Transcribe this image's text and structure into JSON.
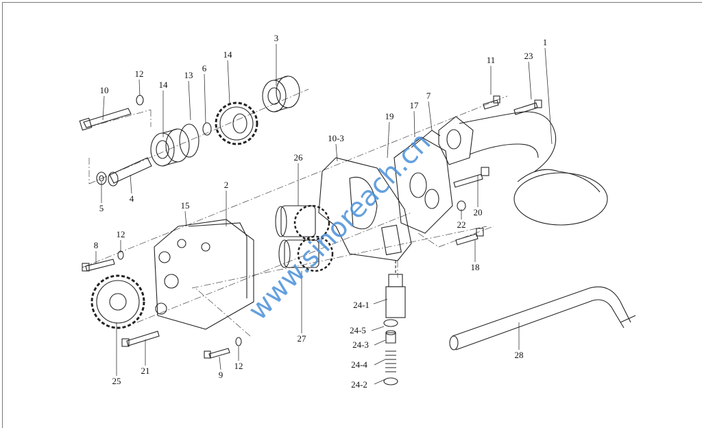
{
  "diagram": {
    "watermark": "www.sinoreach.cn",
    "callouts": [
      {
        "id": "c1",
        "text": "1"
      },
      {
        "id": "c3",
        "text": "3"
      },
      {
        "id": "c6",
        "text": "6"
      },
      {
        "id": "c14a",
        "text": "14"
      },
      {
        "id": "c13",
        "text": "13"
      },
      {
        "id": "c14b",
        "text": "14"
      },
      {
        "id": "c12a",
        "text": "12"
      },
      {
        "id": "c10",
        "text": "10"
      },
      {
        "id": "c11",
        "text": "11"
      },
      {
        "id": "c23",
        "text": "23"
      },
      {
        "id": "c7",
        "text": "7"
      },
      {
        "id": "c17",
        "text": "17"
      },
      {
        "id": "c19",
        "text": "19"
      },
      {
        "id": "c10-3",
        "text": "10-3"
      },
      {
        "id": "c26",
        "text": "26"
      },
      {
        "id": "c2",
        "text": "2"
      },
      {
        "id": "c15",
        "text": "15"
      },
      {
        "id": "c12b",
        "text": "12"
      },
      {
        "id": "c8",
        "text": "8"
      },
      {
        "id": "c5",
        "text": "5"
      },
      {
        "id": "c4",
        "text": "4"
      },
      {
        "id": "c20",
        "text": "20"
      },
      {
        "id": "c22",
        "text": "22"
      },
      {
        "id": "c18",
        "text": "18"
      },
      {
        "id": "c24-1",
        "text": "24-1"
      },
      {
        "id": "c24-5",
        "text": "24-5"
      },
      {
        "id": "c24-3",
        "text": "24-3"
      },
      {
        "id": "c24-4",
        "text": "24-4"
      },
      {
        "id": "c24-2",
        "text": "24-2"
      },
      {
        "id": "c27",
        "text": "27"
      },
      {
        "id": "c28",
        "text": "28"
      },
      {
        "id": "c25",
        "text": "25"
      },
      {
        "id": "c21",
        "text": "21"
      },
      {
        "id": "c9",
        "text": "9"
      },
      {
        "id": "c12c",
        "text": "12"
      }
    ]
  }
}
